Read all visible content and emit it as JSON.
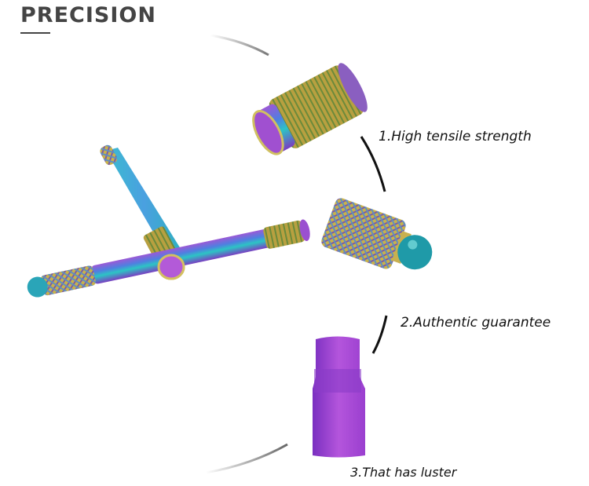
{
  "header": {
    "title": "PRECISION"
  },
  "features": [
    {
      "label": "1.High tensile strength"
    },
    {
      "label": "2.Authentic guarantee"
    },
    {
      "label": "3.That has luster"
    }
  ],
  "images": {
    "main": "two-iridescent-microblading-pens",
    "detail_1": "threaded-end-closeup",
    "detail_2": "knurled-grip-ball-tip-closeup",
    "detail_3": "purple-barrel-closeup"
  },
  "colors": {
    "title": "#444444",
    "caption": "#111111",
    "accent_purple": "#a84fd8",
    "accent_teal": "#2bb8c8",
    "accent_gold": "#c9b24a"
  }
}
